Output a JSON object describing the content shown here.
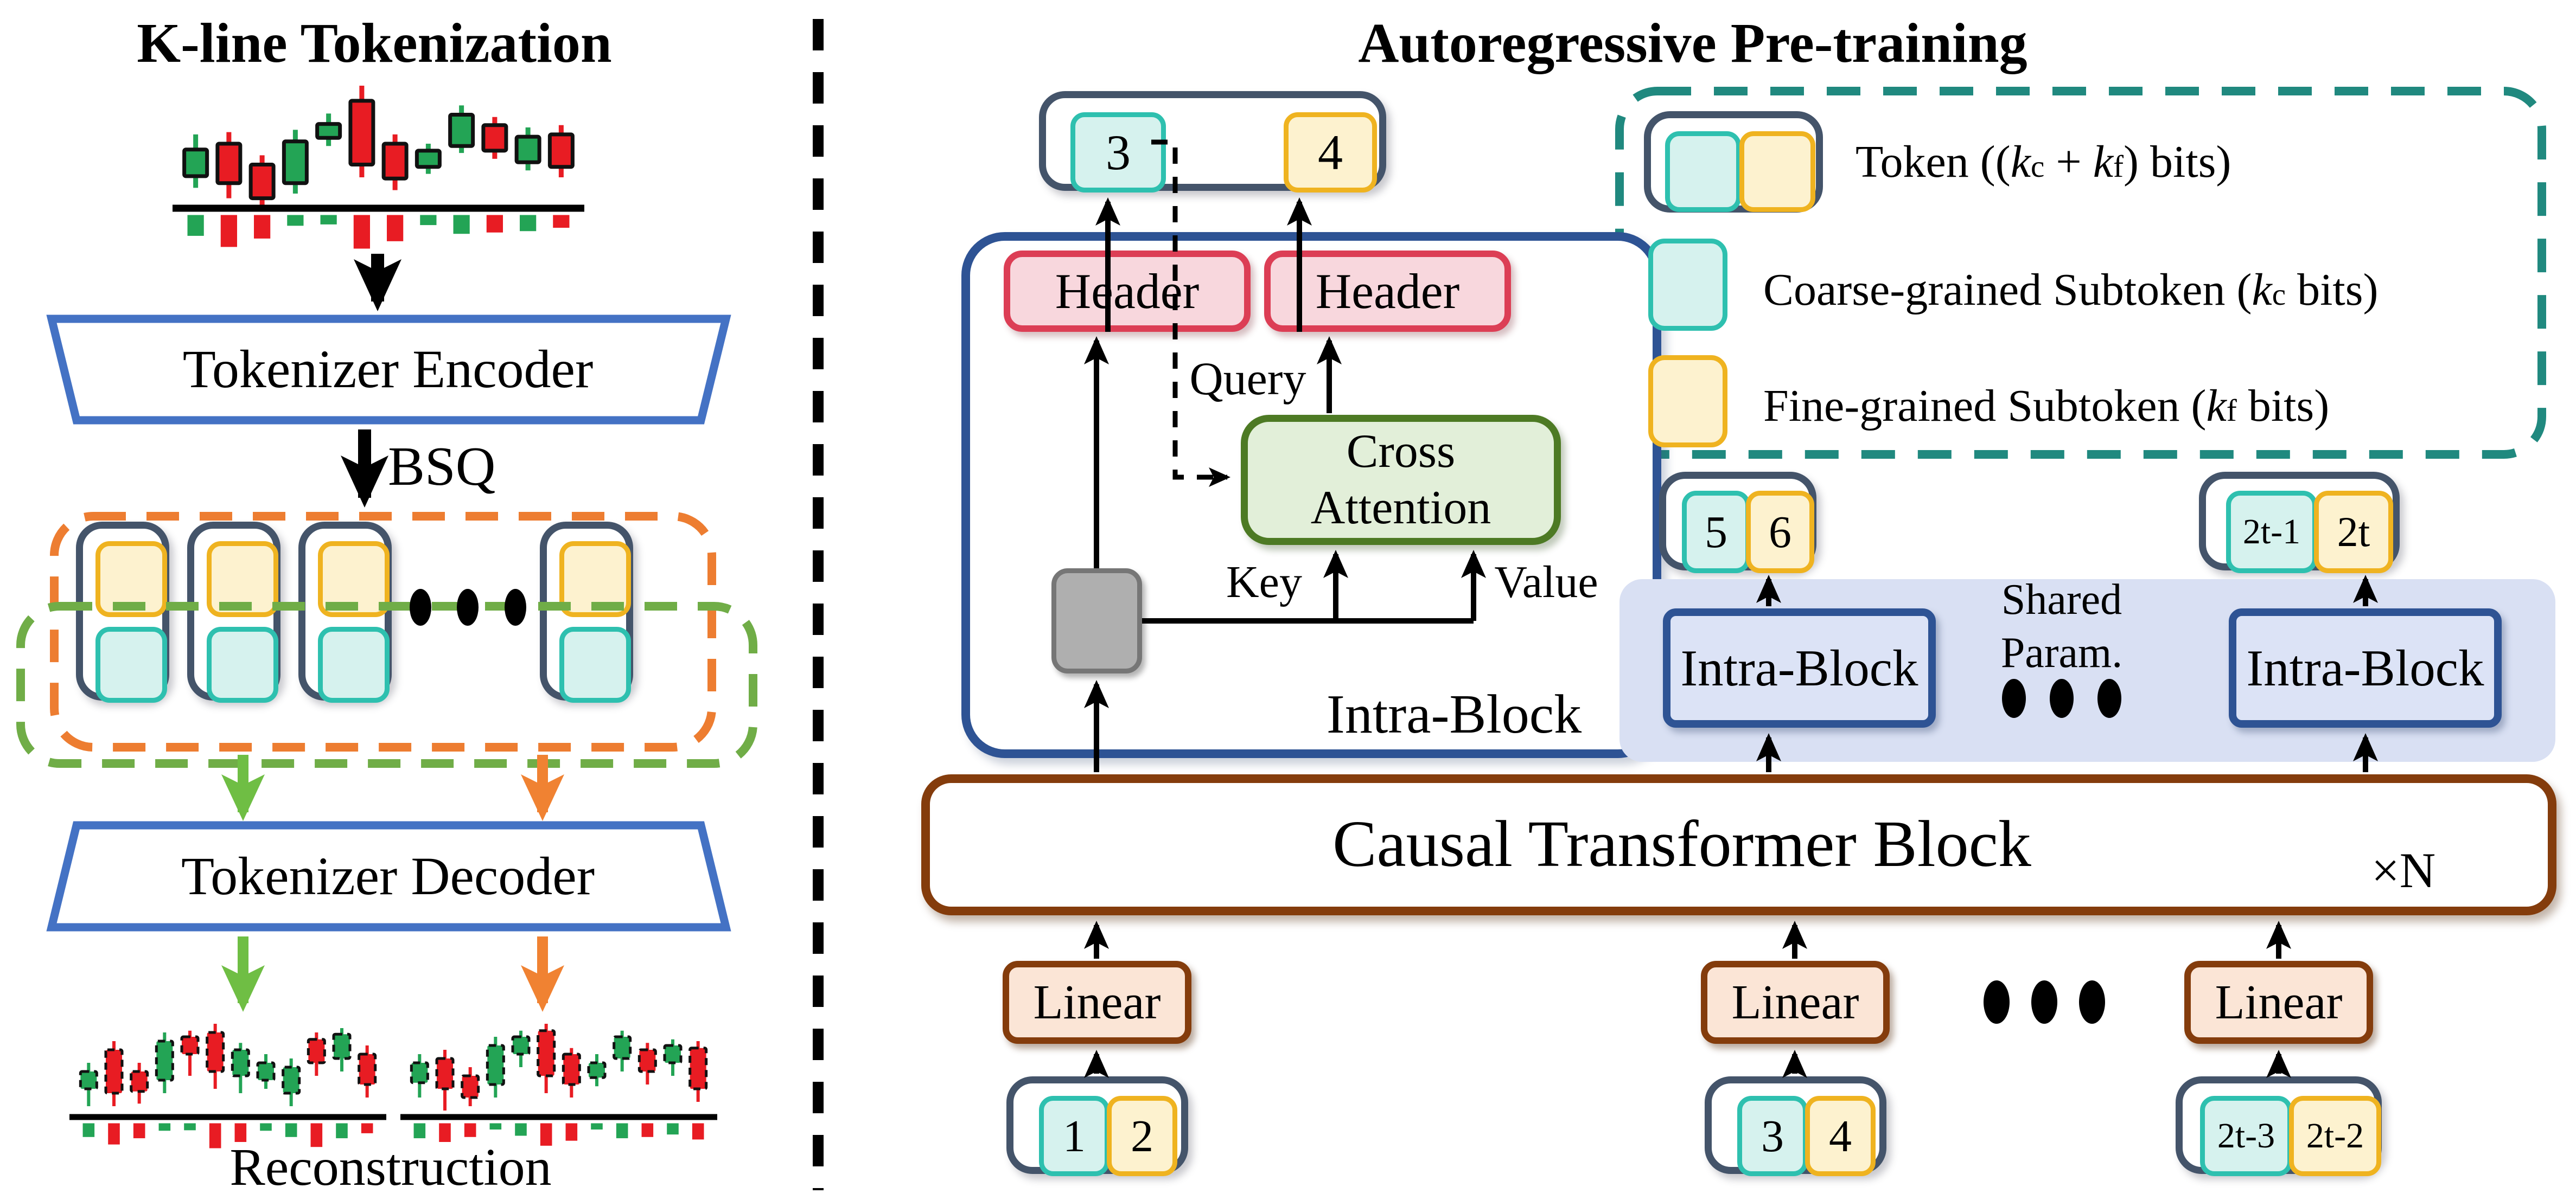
{
  "left_panel": {
    "title": "K-line Tokenization",
    "encoder_label": "Tokenizer Encoder",
    "bsq_label": "BSQ",
    "decoder_label": "Tokenizer Decoder",
    "reconstruction_label": "Reconstruction",
    "charts": {
      "source": {
        "candles": [
          {
            "c": "g",
            "b": [
              0.55,
              0.78
            ],
            "w": [
              0.42,
              0.88
            ]
          },
          {
            "c": "r",
            "b": [
              0.5,
              0.84
            ],
            "w": [
              0.4,
              0.97
            ]
          },
          {
            "c": "r",
            "b": [
              0.68,
              0.97
            ],
            "w": [
              0.6,
              1.04
            ]
          },
          {
            "c": "g",
            "b": [
              0.48,
              0.84
            ],
            "w": [
              0.38,
              0.93
            ]
          },
          {
            "c": "g",
            "b": [
              0.33,
              0.45
            ],
            "w": [
              0.24,
              0.52
            ]
          },
          {
            "c": "r",
            "b": [
              0.13,
              0.68
            ],
            "w": [
              0.0,
              0.79
            ]
          },
          {
            "c": "r",
            "b": [
              0.5,
              0.8
            ],
            "w": [
              0.42,
              0.9
            ]
          },
          {
            "c": "g",
            "b": [
              0.56,
              0.7
            ],
            "w": [
              0.5,
              0.76
            ]
          },
          {
            "c": "g",
            "b": [
              0.25,
              0.52
            ],
            "w": [
              0.17,
              0.58
            ]
          },
          {
            "c": "r",
            "b": [
              0.34,
              0.56
            ],
            "w": [
              0.27,
              0.63
            ]
          },
          {
            "c": "g",
            "b": [
              0.44,
              0.66
            ],
            "w": [
              0.36,
              0.73
            ]
          },
          {
            "c": "r",
            "b": [
              0.42,
              0.7
            ],
            "w": [
              0.34,
              0.79
            ]
          }
        ],
        "vols": [
          [
            "g",
            0.62
          ],
          [
            "r",
            0.95
          ],
          [
            "r",
            0.7
          ],
          [
            "g",
            0.32
          ],
          [
            "g",
            0.28
          ],
          [
            "r",
            1.0
          ],
          [
            "r",
            0.78
          ],
          [
            "g",
            0.3
          ],
          [
            "g",
            0.56
          ],
          [
            "r",
            0.52
          ],
          [
            "g",
            0.48
          ],
          [
            "r",
            0.38
          ]
        ]
      },
      "recon_left": {
        "candles": [
          {
            "c": "g",
            "b": [
              0.55,
              0.75
            ],
            "w": [
              0.45,
              0.95
            ]
          },
          {
            "c": "r",
            "b": [
              0.3,
              0.8
            ],
            "w": [
              0.2,
              0.95
            ]
          },
          {
            "c": "r",
            "b": [
              0.55,
              0.78
            ],
            "w": [
              0.45,
              0.92
            ]
          },
          {
            "c": "g",
            "b": [
              0.2,
              0.65
            ],
            "w": [
              0.1,
              0.8
            ]
          },
          {
            "c": "r",
            "b": [
              0.15,
              0.35
            ],
            "w": [
              0.08,
              0.6
            ]
          },
          {
            "c": "r",
            "b": [
              0.1,
              0.55
            ],
            "w": [
              0.0,
              0.75
            ]
          },
          {
            "c": "g",
            "b": [
              0.3,
              0.6
            ],
            "w": [
              0.22,
              0.8
            ]
          },
          {
            "c": "g",
            "b": [
              0.45,
              0.65
            ],
            "w": [
              0.35,
              0.75
            ]
          },
          {
            "c": "g",
            "b": [
              0.5,
              0.8
            ],
            "w": [
              0.4,
              0.95
            ]
          },
          {
            "c": "r",
            "b": [
              0.18,
              0.45
            ],
            "w": [
              0.1,
              0.6
            ]
          },
          {
            "c": "g",
            "b": [
              0.12,
              0.4
            ],
            "w": [
              0.05,
              0.55
            ]
          },
          {
            "c": "r",
            "b": [
              0.35,
              0.7
            ],
            "w": [
              0.25,
              0.85
            ]
          }
        ],
        "vols": [
          [
            "g",
            0.55
          ],
          [
            "r",
            0.85
          ],
          [
            "r",
            0.6
          ],
          [
            "g",
            0.3
          ],
          [
            "g",
            0.28
          ],
          [
            "r",
            1.0
          ],
          [
            "r",
            0.75
          ],
          [
            "g",
            0.3
          ],
          [
            "g",
            0.55
          ],
          [
            "r",
            0.95
          ],
          [
            "g",
            0.6
          ],
          [
            "r",
            0.4
          ]
        ]
      },
      "recon_right": {
        "candles": [
          {
            "c": "g",
            "b": [
              0.45,
              0.68
            ],
            "w": [
              0.35,
              0.85
            ]
          },
          {
            "c": "r",
            "b": [
              0.4,
              0.75
            ],
            "w": [
              0.3,
              1.0
            ]
          },
          {
            "c": "r",
            "b": [
              0.6,
              0.85
            ],
            "w": [
              0.5,
              0.95
            ]
          },
          {
            "c": "g",
            "b": [
              0.25,
              0.7
            ],
            "w": [
              0.15,
              0.85
            ]
          },
          {
            "c": "g",
            "b": [
              0.15,
              0.35
            ],
            "w": [
              0.08,
              0.5
            ]
          },
          {
            "c": "r",
            "b": [
              0.08,
              0.6
            ],
            "w": [
              0.0,
              0.8
            ]
          },
          {
            "c": "r",
            "b": [
              0.35,
              0.7
            ],
            "w": [
              0.28,
              0.85
            ]
          },
          {
            "c": "g",
            "b": [
              0.45,
              0.62
            ],
            "w": [
              0.35,
              0.72
            ]
          },
          {
            "c": "g",
            "b": [
              0.15,
              0.4
            ],
            "w": [
              0.08,
              0.55
            ]
          },
          {
            "c": "r",
            "b": [
              0.3,
              0.55
            ],
            "w": [
              0.22,
              0.7
            ]
          },
          {
            "c": "g",
            "b": [
              0.25,
              0.45
            ],
            "w": [
              0.18,
              0.6
            ]
          },
          {
            "c": "r",
            "b": [
              0.28,
              0.75
            ],
            "w": [
              0.2,
              0.9
            ]
          }
        ],
        "vols": [
          [
            "g",
            0.6
          ],
          [
            "r",
            0.75
          ],
          [
            "r",
            0.55
          ],
          [
            "g",
            0.25
          ],
          [
            "g",
            0.5
          ],
          [
            "r",
            0.9
          ],
          [
            "r",
            0.7
          ],
          [
            "g",
            0.25
          ],
          [
            "g",
            0.6
          ],
          [
            "r",
            0.55
          ],
          [
            "g",
            0.45
          ],
          [
            "r",
            0.65
          ]
        ]
      }
    }
  },
  "right_panel": {
    "title": "Autoregressive Pre-training",
    "output_token": {
      "coarse": "3",
      "fine": "4"
    },
    "header_label": "Header",
    "query_label": "Query",
    "key_label": "Key",
    "value_label": "Value",
    "cross_attention_label": "Cross Attention",
    "intra_block_label": "Intra-Block",
    "shared_param_lines": [
      "Shared",
      "Param."
    ],
    "causal_label": "Causal Transformer Block",
    "repeat_label": "×N",
    "linear_label": "Linear",
    "tokens": {
      "mid_left": {
        "coarse": "5",
        "fine": "6"
      },
      "mid_right": {
        "coarse": "2t-1",
        "fine": "2t"
      },
      "in_1": {
        "coarse": "1",
        "fine": "2"
      },
      "in_2": {
        "coarse": "3",
        "fine": "4"
      },
      "in_3": {
        "coarse": "2t-3",
        "fine": "2t-2"
      }
    },
    "legend": {
      "token_item": {
        "pre": "Token ((",
        "k1": "k",
        "s1": "c",
        "mid": " + ",
        "k2": "k",
        "s2": "f",
        "post": ") bits)"
      },
      "coarse_item": {
        "pre": "Coarse-grained Subtoken (",
        "k1": "k",
        "s1": "c",
        "post": " bits)"
      },
      "fine_item": {
        "pre": "Fine-grained Subtoken (",
        "k1": "k",
        "s1": "f",
        "post": " bits)"
      }
    }
  },
  "colors": {
    "candle_green": "#23A455",
    "candle_red": "#E81C23",
    "encoder_blue": "#4472C4",
    "slate_border": "#44546A",
    "coarse_fill": "#D6F2EE",
    "coarse_border": "#2EC0AF",
    "fine_fill": "#FDF2CF",
    "fine_border": "#EFB320",
    "header_fill": "#F8D7DD",
    "header_border": "#DC3E55",
    "attention_fill": "#E2EFD9",
    "attention_border": "#4D7A24",
    "intra_border": "#2E5394",
    "intra_fill": "#DCE3F6",
    "shared_bg": "#D9E0F3",
    "brown": "#843C0C",
    "linear_fill": "#FBE5D6",
    "orange_dash": "#ED7D31",
    "green_dash": "#70AD47",
    "teal_dash": "#20897F",
    "gray_fill": "#AFAFAF",
    "gray_border": "#767676"
  }
}
